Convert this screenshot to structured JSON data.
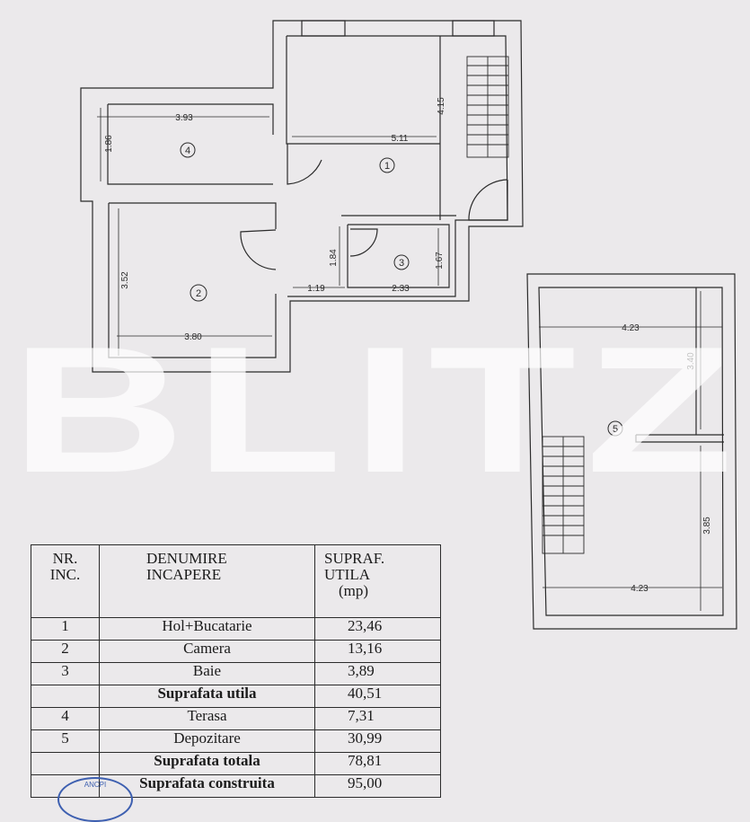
{
  "colors": {
    "background": "#ebe9eb",
    "line": "#2b2b2b",
    "watermark": "#ffffff",
    "stamp": "#3d5fb0"
  },
  "watermark": "BLITZ",
  "plan": {
    "rooms": [
      "1",
      "2",
      "3",
      "4",
      "5"
    ],
    "dimensions": {
      "terasa_width": "3.93",
      "terasa_depth": "1.86",
      "hol_width": "5.11",
      "hol_depth": "4.15",
      "camera_width": "3.80",
      "camera_depth": "3.52",
      "hall_small_depth": "1.84",
      "hall_small_width": "1.19",
      "baie_width": "2.33",
      "baie_depth": "1.67",
      "depozit_width_top": "4.23",
      "depozit_depth_top": "3.40",
      "depozit_depth_bottom": "3.85",
      "depozit_width_bottom": "4.23"
    }
  },
  "table": {
    "headers": [
      "NR.\nINC.",
      "DENUMIRE\nINCAPERE",
      "SUPRAF.\nUTILA\n(mp)"
    ],
    "rows": [
      {
        "nr": "1",
        "name": "Hol+Bucatarie",
        "value": "23,46",
        "bold": false
      },
      {
        "nr": "2",
        "name": "Camera",
        "value": "13,16",
        "bold": false
      },
      {
        "nr": "3",
        "name": "Baie",
        "value": "3,89",
        "bold": false
      },
      {
        "nr": "",
        "name": "Suprafata utila",
        "value": "40,51",
        "bold": true
      },
      {
        "nr": "4",
        "name": "Terasa",
        "value": "7,31",
        "bold": false
      },
      {
        "nr": "5",
        "name": "Depozitare",
        "value": "30,99",
        "bold": false
      },
      {
        "nr": "",
        "name": "Suprafata totala",
        "value": "78,81",
        "bold": true
      },
      {
        "nr": "",
        "name": "Suprafata construita",
        "value": "95,00",
        "bold": true
      }
    ]
  },
  "stamp_text": "ANCPI"
}
